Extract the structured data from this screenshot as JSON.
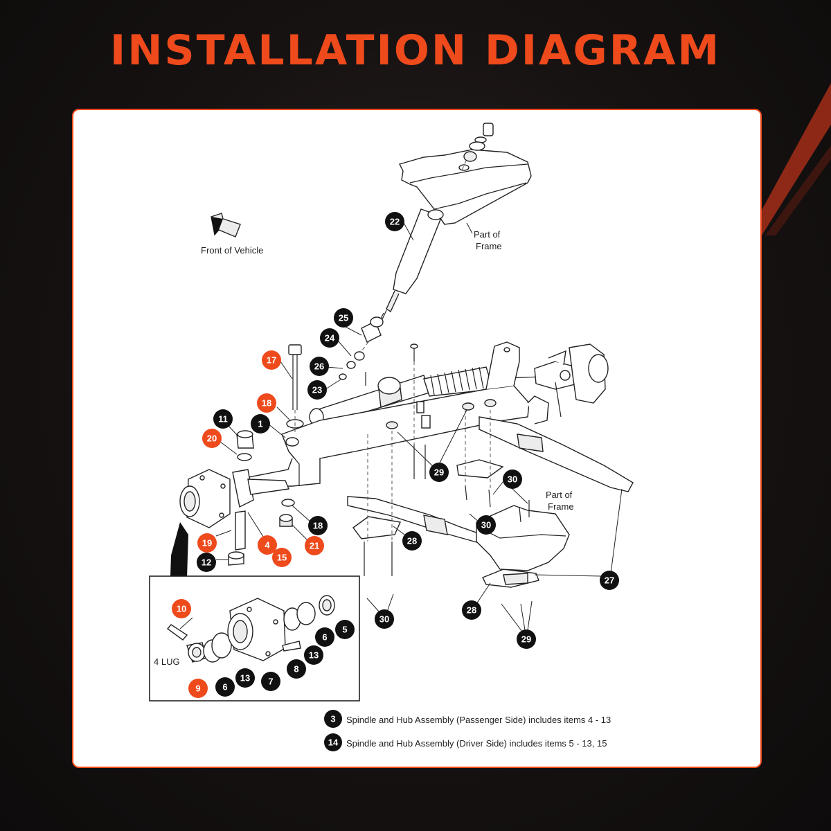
{
  "title": "INSTALLATION DIAGRAM",
  "colors": {
    "accent": "#ee4a1c",
    "badge_black": "#111111",
    "panel": "#ffffff",
    "background": "#171212"
  },
  "labels": {
    "front_of_vehicle": "Front of Vehicle",
    "frame_top_1": "Part of",
    "frame_top_2": "Frame",
    "frame_right_1": "Part of",
    "frame_right_2": "Frame",
    "four_lug": "4 LUG"
  },
  "notes": [
    {
      "number": "3",
      "text": "Spindle and Hub Assembly (Passenger Side) includes items 4 - 13"
    },
    {
      "number": "14",
      "text": "Spindle and Hub Assembly (Driver Side) includes items 5 - 13, 15"
    }
  ],
  "callouts": [
    {
      "number": "22",
      "color": "black"
    },
    {
      "number": "25",
      "color": "black"
    },
    {
      "number": "24",
      "color": "black"
    },
    {
      "number": "26",
      "color": "black"
    },
    {
      "number": "23",
      "color": "black"
    },
    {
      "number": "17",
      "color": "orange"
    },
    {
      "number": "18",
      "color": "orange"
    },
    {
      "number": "11",
      "color": "black"
    },
    {
      "number": "1",
      "color": "black"
    },
    {
      "number": "20",
      "color": "orange"
    },
    {
      "number": "29",
      "color": "black"
    },
    {
      "number": "30",
      "color": "black"
    },
    {
      "number": "30",
      "color": "black"
    },
    {
      "number": "18",
      "color": "black"
    },
    {
      "number": "21",
      "color": "orange"
    },
    {
      "number": "19",
      "color": "orange"
    },
    {
      "number": "4",
      "color": "orange"
    },
    {
      "number": "15",
      "color": "orange"
    },
    {
      "number": "12",
      "color": "black"
    },
    {
      "number": "28",
      "color": "black"
    },
    {
      "number": "27",
      "color": "black"
    },
    {
      "number": "30",
      "color": "black"
    },
    {
      "number": "28",
      "color": "black"
    },
    {
      "number": "29",
      "color": "black"
    },
    {
      "number": "10",
      "color": "orange"
    },
    {
      "number": "9",
      "color": "orange"
    },
    {
      "number": "6",
      "color": "black"
    },
    {
      "number": "13",
      "color": "black"
    },
    {
      "number": "7",
      "color": "black"
    },
    {
      "number": "8",
      "color": "black"
    },
    {
      "number": "13",
      "color": "black"
    },
    {
      "number": "6",
      "color": "black"
    },
    {
      "number": "5",
      "color": "black"
    }
  ]
}
